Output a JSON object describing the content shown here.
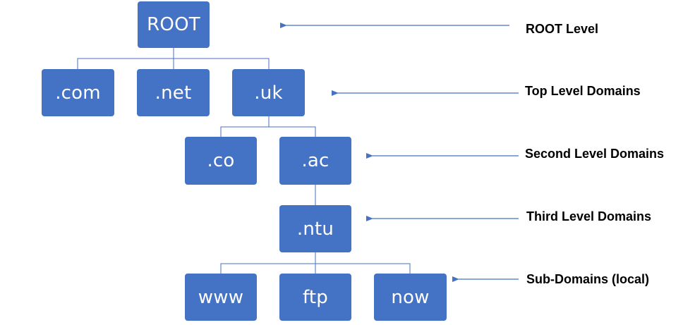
{
  "colors": {
    "node_fill": "#4472c4",
    "node_text": "#ffffff",
    "connector": "#4472c4",
    "arrow": "#4472c4",
    "label_text": "#000000"
  },
  "nodes": {
    "root": "ROOT",
    "com": ".com",
    "net": ".net",
    "uk": ".uk",
    "co": ".co",
    "ac": ".ac",
    "ntu": ".ntu",
    "www": "www",
    "ftp": "ftp",
    "now": "now"
  },
  "levels": {
    "root": "ROOT Level",
    "top": "Top Level Domains",
    "second": "Second Level Domains",
    "third": "Third Level Domains",
    "sub": "Sub-Domains (local)"
  }
}
